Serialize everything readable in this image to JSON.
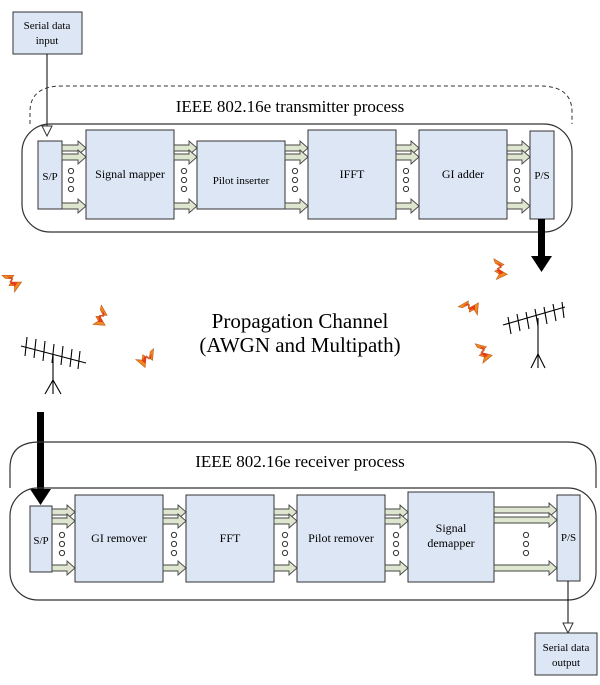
{
  "serial_input": {
    "line1": "Serial data",
    "line2": "input"
  },
  "serial_output": {
    "line1": "Serial data",
    "line2": "output"
  },
  "transmitter": {
    "title": "IEEE 802.16e transmitter process",
    "blocks": [
      "S/P",
      "Signal mapper",
      "Pilot inserter",
      "IFFT",
      "GI adder",
      "P/S"
    ]
  },
  "receiver": {
    "title": "IEEE 802.16e receiver process",
    "blocks": [
      "S/P",
      "GI remover",
      "FFT",
      "Pilot remover",
      "Signal",
      "demapper",
      "P/S"
    ]
  },
  "channel": {
    "line1": "Propagation Channel",
    "line2": "(AWGN and Multipath)"
  },
  "colors": {
    "block_fill": "#dde6f4",
    "arrow_fill": "#dfe6cf",
    "lightning_outer": "#f08a1e",
    "lightning_inner": "#e83a1c"
  },
  "icons": [
    "antenna-icon",
    "lightning-icon",
    "dots-icon"
  ]
}
